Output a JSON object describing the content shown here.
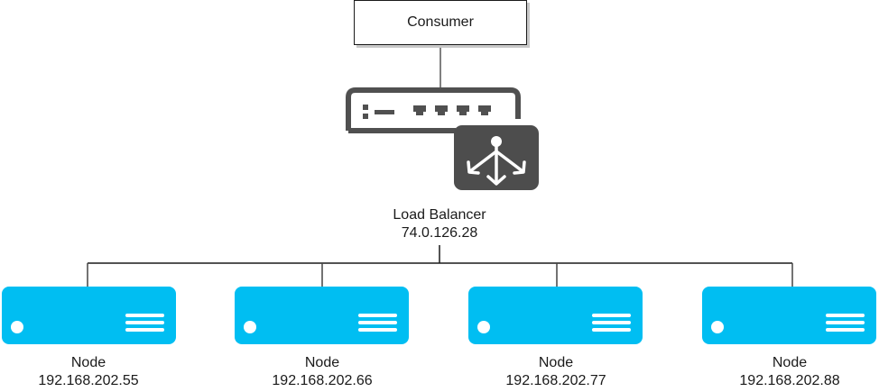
{
  "diagram": {
    "consumer": {
      "label": "Consumer"
    },
    "load_balancer": {
      "name": "Load Balancer",
      "ip": "74.0.126.28",
      "icon": "load-balancer-router-icon"
    },
    "nodes": [
      {
        "name": "Node",
        "ip": "192.168.202.55"
      },
      {
        "name": "Node",
        "ip": "192.168.202.66"
      },
      {
        "name": "Node",
        "ip": "192.168.202.77"
      },
      {
        "name": "Node",
        "ip": "192.168.202.88"
      }
    ],
    "colors": {
      "node_fill": "#00bef2",
      "icon_gray": "#505050",
      "line": "#1a1a1a"
    }
  }
}
